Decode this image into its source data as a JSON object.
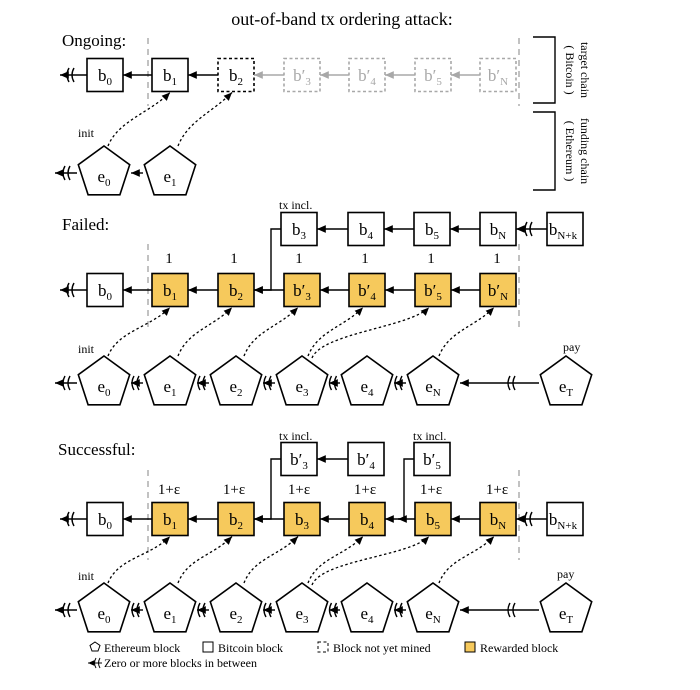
{
  "title": "out-of-band tx ordering attack:",
  "sections": {
    "ongoing": "Ongoing:",
    "failed": "Failed:",
    "successful": "Successful:"
  },
  "side_labels": {
    "target_chain": "target chain",
    "target_chain_sub": "( Bitcoin )",
    "funding_chain": "funding chain",
    "funding_chain_sub": "( Ethereum )"
  },
  "annotations": {
    "init": "init",
    "pay": "pay",
    "tx_incl": "tx incl."
  },
  "rewards": {
    "failed": [
      "1",
      "1",
      "1",
      "1",
      "1",
      "1"
    ],
    "successful": [
      "1+ε",
      "1+ε",
      "1+ε",
      "1+ε",
      "1+ε",
      "1+ε"
    ]
  },
  "legend": {
    "ethereum_block": "Ethereum block",
    "bitcoin_block": "Bitcoin block",
    "not_mined": "Block not yet mined",
    "rewarded": "Rewarded block",
    "between": "Zero or more blocks in between"
  },
  "colors": {
    "rewarded_fill": "#f6c95c",
    "not_mined_stroke": "#a8a8a8"
  },
  "blocks": {
    "ongoing_btc": [
      {
        "base": "b",
        "sub": "0",
        "prime": false
      },
      {
        "base": "b",
        "sub": "1",
        "prime": false
      },
      {
        "base": "b",
        "sub": "2",
        "prime": false
      },
      {
        "base": "b",
        "sub": "3",
        "prime": true
      },
      {
        "base": "b",
        "sub": "4",
        "prime": true
      },
      {
        "base": "b",
        "sub": "5",
        "prime": true
      },
      {
        "base": "b",
        "sub": "N",
        "prime": true
      }
    ],
    "ongoing_eth": [
      {
        "base": "e",
        "sub": "0"
      },
      {
        "base": "e",
        "sub": "1"
      }
    ],
    "failed_main": [
      {
        "base": "b",
        "sub": "0",
        "prime": false
      },
      {
        "base": "b",
        "sub": "1",
        "prime": false
      },
      {
        "base": "b",
        "sub": "2",
        "prime": false
      },
      {
        "base": "b",
        "sub": "3",
        "prime": true
      },
      {
        "base": "b",
        "sub": "4",
        "prime": true
      },
      {
        "base": "b",
        "sub": "5",
        "prime": true
      },
      {
        "base": "b",
        "sub": "N",
        "prime": true
      }
    ],
    "failed_top": [
      {
        "base": "b",
        "sub": "3",
        "prime": false
      },
      {
        "base": "b",
        "sub": "4",
        "prime": false
      },
      {
        "base": "b",
        "sub": "5",
        "prime": false
      },
      {
        "base": "b",
        "sub": "N",
        "prime": false
      },
      {
        "base": "b",
        "sub": "N+k",
        "prime": false
      }
    ],
    "failed_eth": [
      {
        "base": "e",
        "sub": "0"
      },
      {
        "base": "e",
        "sub": "1"
      },
      {
        "base": "e",
        "sub": "2"
      },
      {
        "base": "e",
        "sub": "3"
      },
      {
        "base": "e",
        "sub": "4"
      },
      {
        "base": "e",
        "sub": "N"
      },
      {
        "base": "e",
        "sub": "T"
      }
    ],
    "succ_main": [
      {
        "base": "b",
        "sub": "0",
        "prime": false
      },
      {
        "base": "b",
        "sub": "1",
        "prime": false
      },
      {
        "base": "b",
        "sub": "2",
        "prime": false
      },
      {
        "base": "b",
        "sub": "3",
        "prime": false
      },
      {
        "base": "b",
        "sub": "4",
        "prime": false
      },
      {
        "base": "b",
        "sub": "5",
        "prime": false
      },
      {
        "base": "b",
        "sub": "N",
        "prime": false
      },
      {
        "base": "b",
        "sub": "N+k",
        "prime": false
      }
    ],
    "succ_top": [
      {
        "base": "b",
        "sub": "3",
        "prime": true
      },
      {
        "base": "b",
        "sub": "4",
        "prime": true
      },
      {
        "base": "b",
        "sub": "5",
        "prime": true
      }
    ],
    "succ_eth": [
      {
        "base": "e",
        "sub": "0"
      },
      {
        "base": "e",
        "sub": "1"
      },
      {
        "base": "e",
        "sub": "2"
      },
      {
        "base": "e",
        "sub": "3"
      },
      {
        "base": "e",
        "sub": "4"
      },
      {
        "base": "e",
        "sub": "N"
      },
      {
        "base": "e",
        "sub": "T"
      }
    ]
  }
}
